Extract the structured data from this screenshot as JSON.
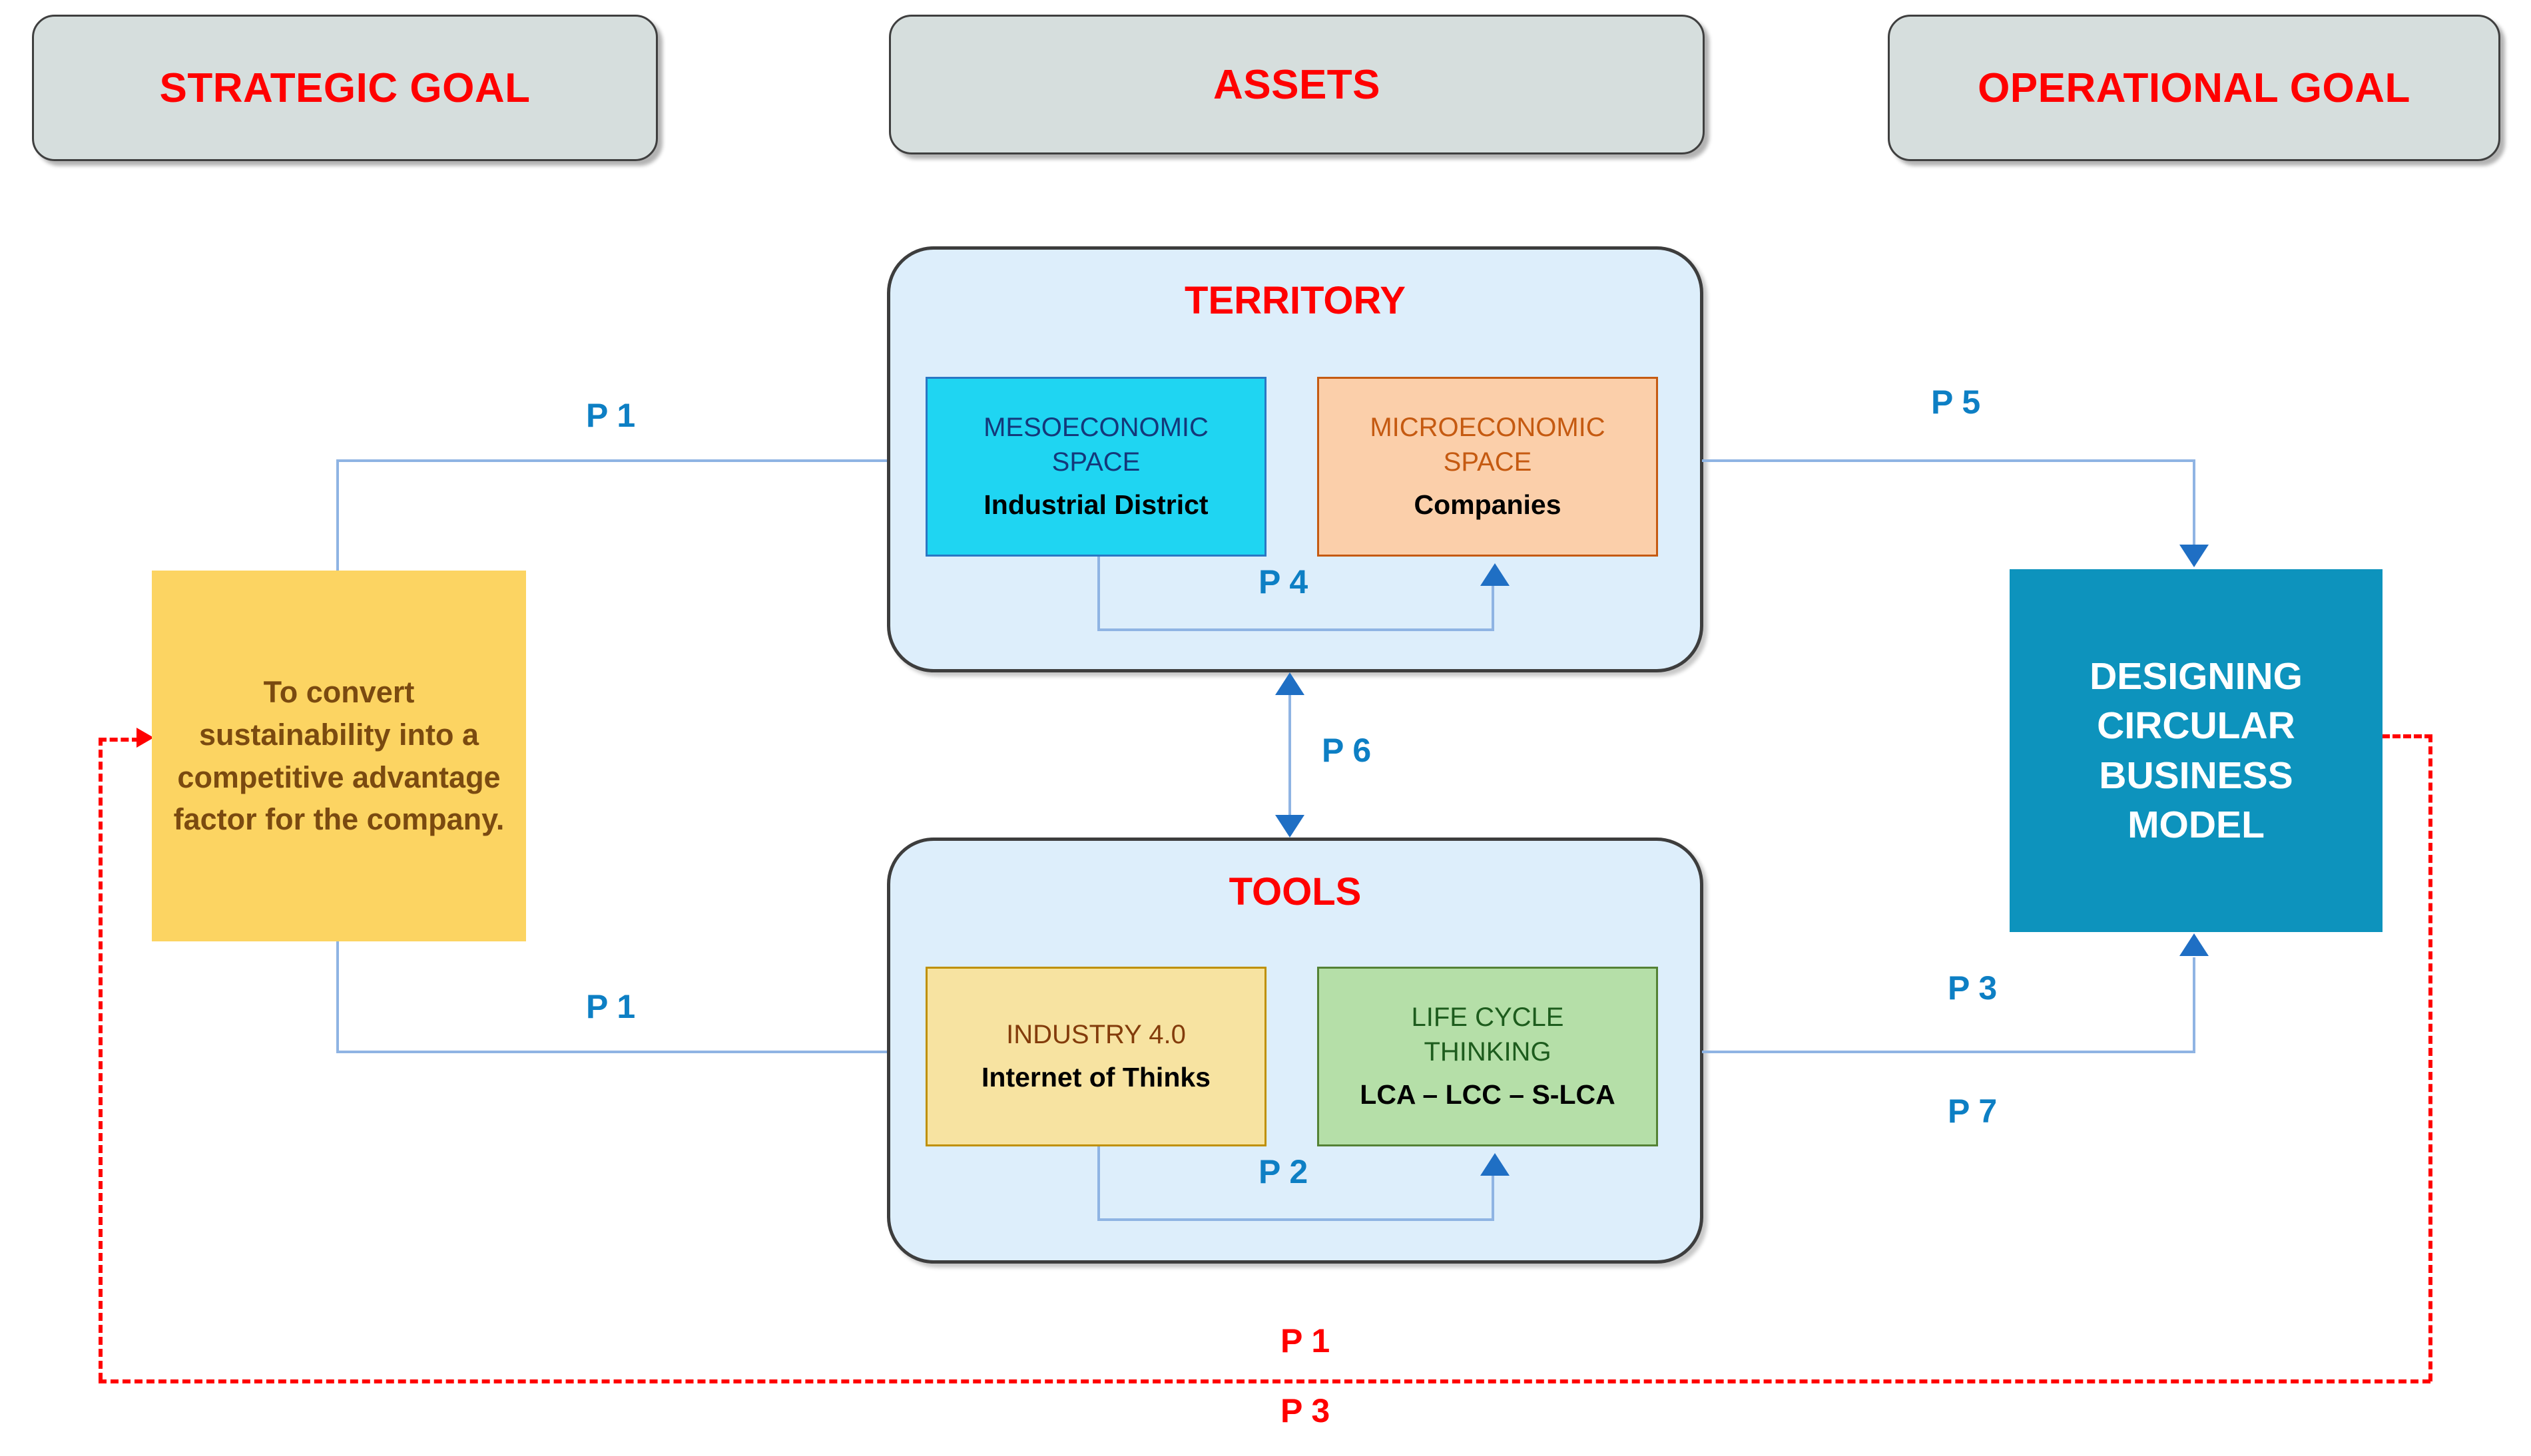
{
  "headers": [
    {
      "id": "strategic",
      "label": "STRATEGIC GOAL"
    },
    {
      "id": "assets",
      "label": "ASSETS"
    },
    {
      "id": "operational",
      "label": "OPERATIONAL GOAL"
    }
  ],
  "panels": {
    "territory": {
      "title": "TERRITORY",
      "boxes": [
        {
          "id": "meso",
          "head_line1": "MESOECONOMIC",
          "head_line2": "SPACE",
          "sub": "Industrial District",
          "fill": "#1fd5f2",
          "text_color": "#14387a"
        },
        {
          "id": "micro",
          "head_line1": "MICROECONOMIC",
          "head_line2": "SPACE",
          "sub": "Companies",
          "fill": "#fbcfaa",
          "text_color": "#c55a11"
        }
      ],
      "internal_connector": "P 4"
    },
    "tools": {
      "title": "TOOLS",
      "boxes": [
        {
          "id": "industry",
          "head_line1": "INDUSTRY 4.0",
          "head_line2": "",
          "sub": "Internet of Thinks",
          "fill": "#f7e3a1",
          "text_color": "#833c0b"
        },
        {
          "id": "lct",
          "head_line1": "LIFE CYCLE",
          "head_line2": "THINKING",
          "sub": "LCA – LCC – S-LCA",
          "fill": "#b5dfa8",
          "text_color": "#1d5c1d"
        }
      ],
      "internal_connector": "P 2"
    }
  },
  "goal_box": {
    "text": "To convert sustainability into a competitive advantage factor for the company.",
    "fill": "#fcd462",
    "text_color": "#7a4a10"
  },
  "model_box": {
    "line1": "DESIGNING",
    "line2": "CIRCULAR",
    "line3": "BUSINESS",
    "line4": "MODEL",
    "fill": "#0d93bd",
    "text_color": "#ffffff"
  },
  "connectors": {
    "p1_top": "P 1",
    "p1_bottom": "P 1",
    "p4": "P 4",
    "p2": "P 2",
    "p6": "P 6",
    "p5": "P 5",
    "p3_right": "P 3",
    "p7": "P 7",
    "p1_feedback": "P 1",
    "p3_feedback": "P 3"
  },
  "colors": {
    "header_fill": "#d6dedd",
    "header_text": "#ff0000",
    "panel_fill": "#ddeefb",
    "panel_title": "#ff0000",
    "connector_line": "#8fb4e3",
    "connector_arrow": "#1f6fc4",
    "connector_label": "#0d7fc4",
    "feedback_loop": "#ff0000"
  }
}
